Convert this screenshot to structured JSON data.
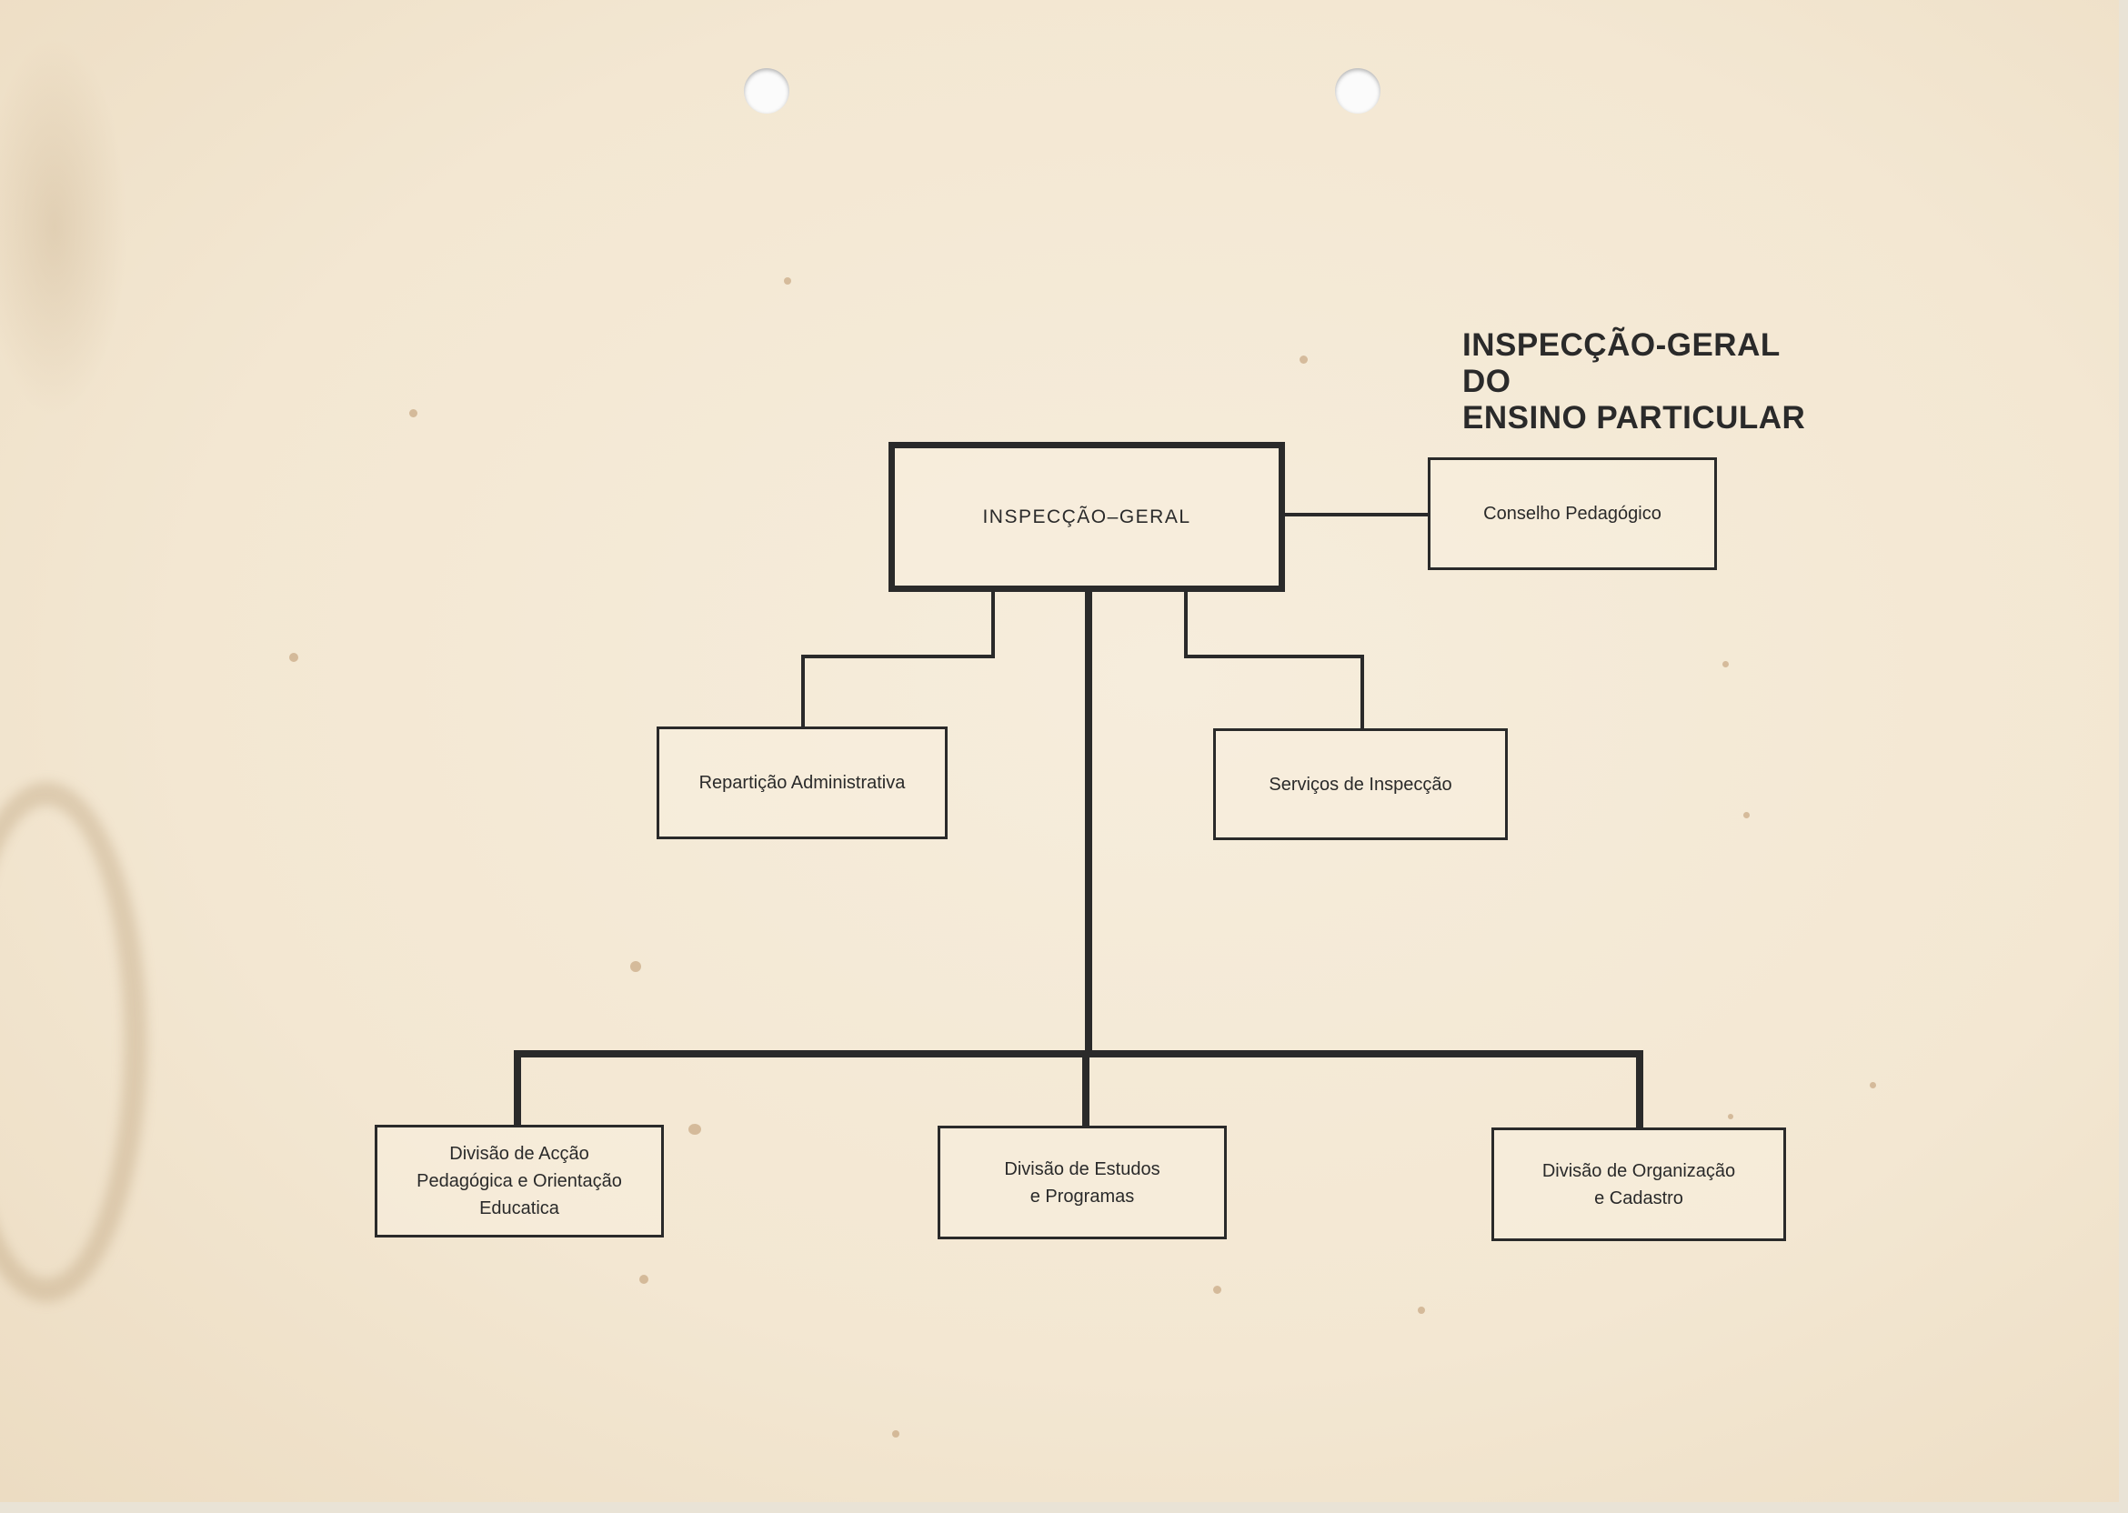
{
  "title": {
    "lines": [
      "INSPECÇÃO-GERAL",
      "DO",
      "ENSINO PARTICULAR"
    ]
  },
  "chart_data": {
    "type": "org-chart",
    "nodes": [
      {
        "id": "inspeccao-geral",
        "lines": [
          "INSPECÇÃO–GERAL"
        ]
      },
      {
        "id": "conselho-pedagogico",
        "lines": [
          "Conselho Pedagógico"
        ]
      },
      {
        "id": "reparticao-administrativa",
        "lines": [
          "Repartição Administrativa"
        ]
      },
      {
        "id": "servicos-inspeccao",
        "lines": [
          "Serviços de Inspecção"
        ]
      },
      {
        "id": "divisao-accao-pedagogica",
        "lines": [
          "Divisão de Acção",
          "Pedagógica e Orientação",
          "Educatica"
        ]
      },
      {
        "id": "divisao-estudos-programas",
        "lines": [
          "Divisão de Estudos",
          "e Programas"
        ]
      },
      {
        "id": "divisao-organizacao-cadastro",
        "lines": [
          "Divisão de Organização",
          "e Cadastro"
        ]
      }
    ],
    "edges": [
      {
        "from": "inspeccao-geral",
        "to": "conselho-pedagogico"
      },
      {
        "from": "inspeccao-geral",
        "to": "reparticao-administrativa"
      },
      {
        "from": "inspeccao-geral",
        "to": "servicos-inspeccao"
      },
      {
        "from": "inspeccao-geral",
        "to": "divisao-accao-pedagogica"
      },
      {
        "from": "inspeccao-geral",
        "to": "divisao-estudos-programas"
      },
      {
        "from": "inspeccao-geral",
        "to": "divisao-organizacao-cadastro"
      }
    ]
  }
}
